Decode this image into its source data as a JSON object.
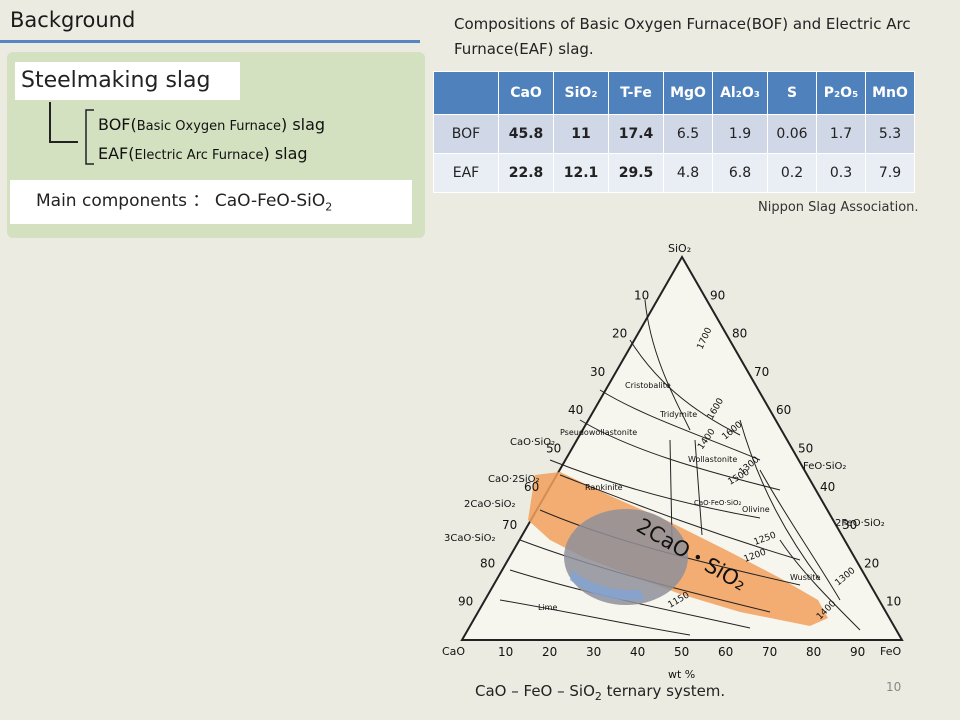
{
  "header": {
    "title": "Background"
  },
  "left_box": {
    "steel_label": "Steelmaking slag",
    "bof_prefix": "BOF(",
    "bof_small": "Basic Oxygen Furnace",
    "bof_suffix": ") slag",
    "eaf_prefix": "EAF(",
    "eaf_small": "Electric Arc Furnace",
    "eaf_suffix": ") slag",
    "main_components": "Main components ： CaO-FeO-SiO",
    "main_components_sub": "2"
  },
  "composition": {
    "caption": "Compositions of Basic Oxygen Furnace(BOF) and Electric Arc Furnace(EAF) slag.",
    "columns": [
      "CaO",
      "SiO₂",
      "T-Fe",
      "MgO",
      "Al₂O₃",
      "S",
      "P₂O₅",
      "MnO"
    ],
    "rows": [
      {
        "label": "BOF",
        "values": [
          "45.8",
          "11",
          "17.4",
          "6.5",
          "1.9",
          "0.06",
          "1.7",
          "5.3"
        ]
      },
      {
        "label": "EAF",
        "values": [
          "22.8",
          "12.1",
          "29.5",
          "4.8",
          "6.8",
          "0.2",
          "0.3",
          "7.9"
        ]
      }
    ],
    "source": "Nippon Slag Association."
  },
  "diagram": {
    "apex_labels": {
      "top": "SiO₂",
      "left": "CaO",
      "right": "FeO"
    },
    "axis_unit": "wt %",
    "bottom_ticks": [
      "10",
      "20",
      "30",
      "40",
      "50",
      "60",
      "70",
      "80",
      "90"
    ],
    "left_ticks": [
      "10",
      "20",
      "30",
      "40",
      "50",
      "60",
      "70",
      "80",
      "90"
    ],
    "right_ticks": [
      "10",
      "20",
      "30",
      "40",
      "50",
      "60",
      "70",
      "80",
      "90"
    ],
    "compound_labels": [
      "CaO·SiO₂",
      "CaO·2SiO₂",
      "2CaO·SiO₂",
      "3CaO·SiO₂",
      "FeO·SiO₂",
      "2FeO·SiO₂",
      "Cristobalite",
      "Tridymite",
      "Pseudowollastonite",
      "Wollastonite",
      "Rankinite",
      "Olivine",
      "Wustite",
      "Lime",
      "CaO·FeO·SiO₂"
    ],
    "isotherms": [
      "1700",
      "1600",
      "1400",
      "1300",
      "1250",
      "1200",
      "1150",
      "1400",
      "1300",
      "1600",
      "1500"
    ],
    "overlay_label": "2CaO・SiO₂",
    "caption_prefix": "CaO – FeO – SiO",
    "caption_sub": "2",
    "caption_suffix": " ternary system."
  },
  "footer": {
    "page_number": "10"
  },
  "colors": {
    "accent": "#4f81bd",
    "green_box": "#d4e1c0",
    "orange_region": "#f2a05c",
    "gray_blob": "#8f8f9a"
  }
}
